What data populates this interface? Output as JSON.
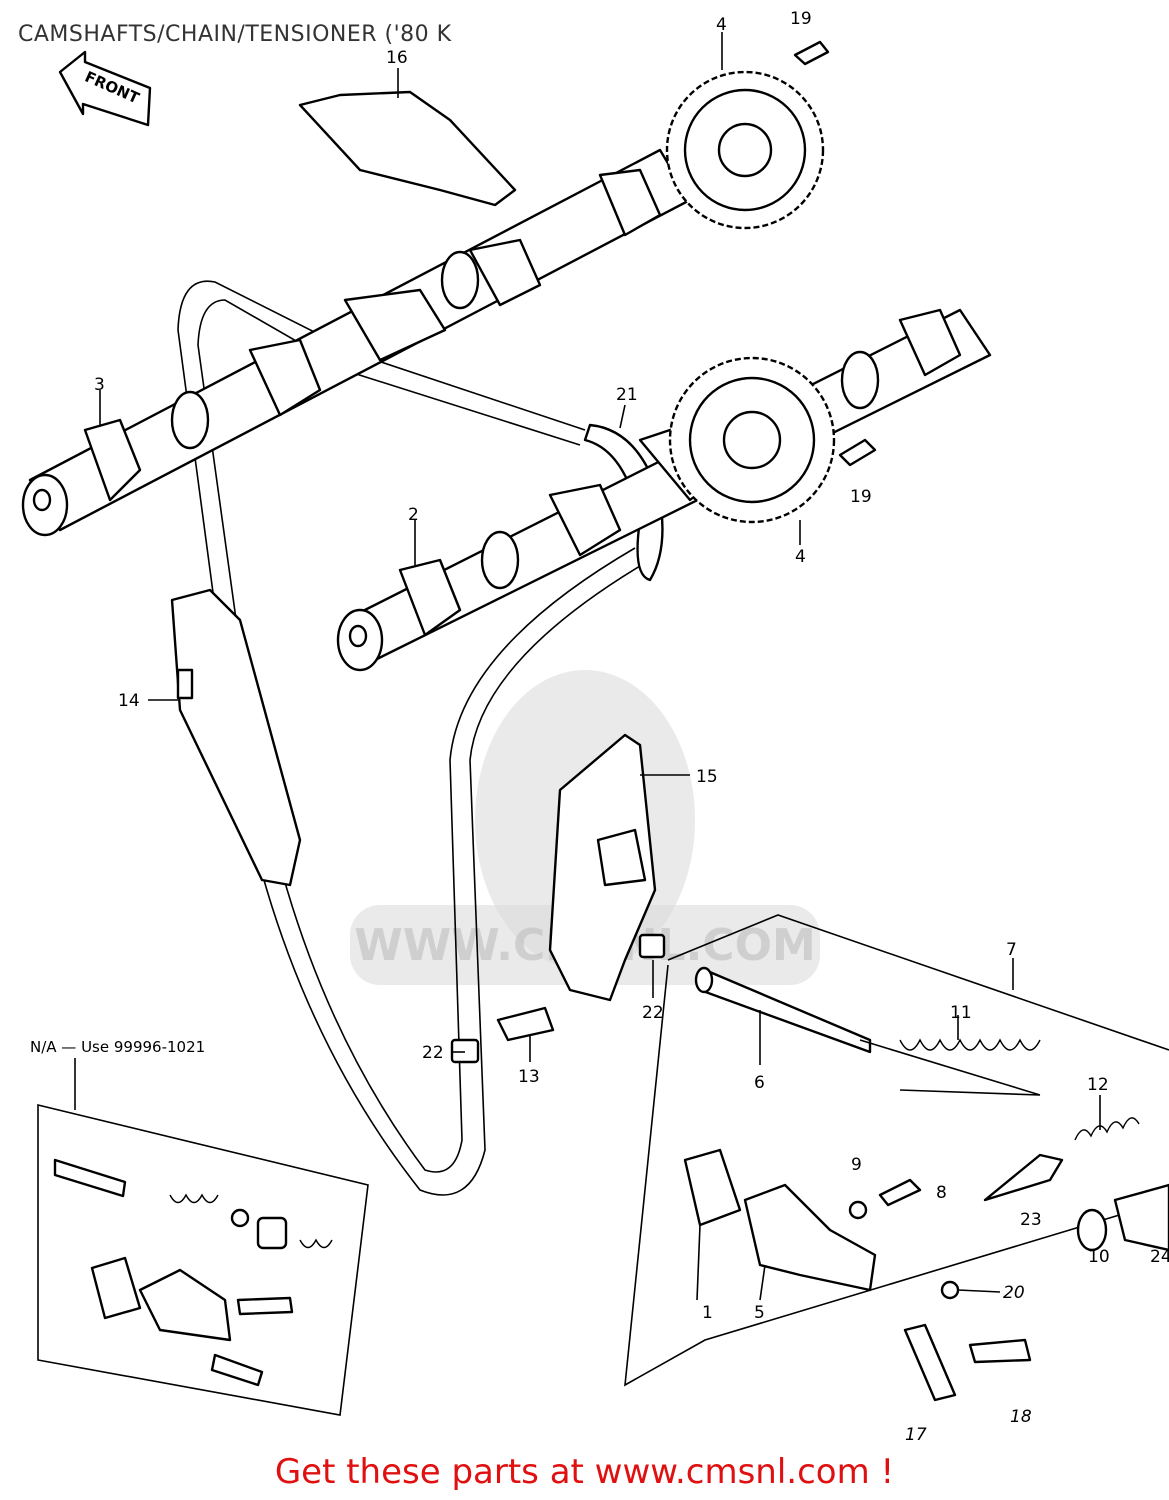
{
  "title": "CAMSHAFTS/CHAIN/TENSIONER ('80 K",
  "front_arrow_label": "FRONT",
  "note": "N/A — Use 99996-1021",
  "watermark": "WWW.CMSNL.COM",
  "promo": "Get these parts at www.cmsnl.com !",
  "colors": {
    "promo": "#e01010",
    "ink": "#000000",
    "watermark": "#d8d8d8"
  },
  "callouts": {
    "c1": "1",
    "c2": "2",
    "c3": "3",
    "c4a": "4",
    "c4b": "4",
    "c5": "5",
    "c6": "6",
    "c7": "7",
    "c8": "8",
    "c9": "9",
    "c10": "10",
    "c11": "11",
    "c12": "12",
    "c13": "13",
    "c14": "14",
    "c15": "15",
    "c16": "16",
    "c17": "17",
    "c18": "18",
    "c19a": "19",
    "c19b": "19",
    "c20": "20",
    "c21": "21",
    "c22a": "22",
    "c22b": "22",
    "c23": "23",
    "c24": "24"
  }
}
